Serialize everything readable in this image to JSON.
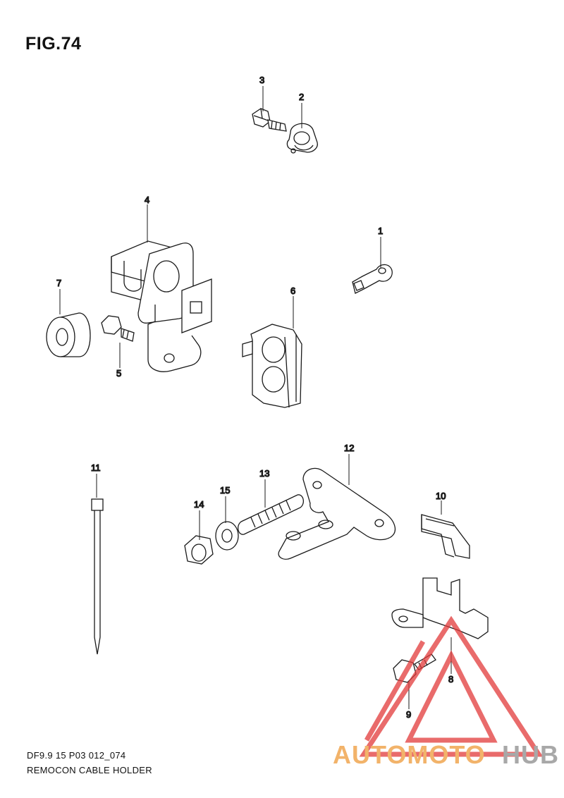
{
  "figure": {
    "title": "FIG.74"
  },
  "parts": [
    {
      "id": "part-3",
      "number": "3"
    },
    {
      "id": "part-2",
      "number": "2"
    },
    {
      "id": "part-4",
      "number": "4"
    },
    {
      "id": "part-1",
      "number": "1"
    },
    {
      "id": "part-7",
      "number": "7"
    },
    {
      "id": "part-6",
      "number": "6"
    },
    {
      "id": "part-5",
      "number": "5"
    },
    {
      "id": "part-11",
      "number": "11"
    },
    {
      "id": "part-12",
      "number": "12"
    },
    {
      "id": "part-13",
      "number": "13"
    },
    {
      "id": "part-14",
      "number": "14"
    },
    {
      "id": "part-15",
      "number": "15"
    },
    {
      "id": "part-10",
      "number": "10"
    },
    {
      "id": "part-8",
      "number": "8"
    },
    {
      "id": "part-9",
      "number": "9"
    }
  ],
  "footer": {
    "model_code": "DF9.9 15 P03 012_074",
    "description": "REMOCON CABLE HOLDER"
  },
  "watermark": {
    "brand_part1": "AUTOMOTO",
    "brand_part2": "HUB",
    "colors": {
      "orange": "#f2b36a",
      "gray": "#a8a8a8",
      "red": "#e23a3a"
    }
  }
}
